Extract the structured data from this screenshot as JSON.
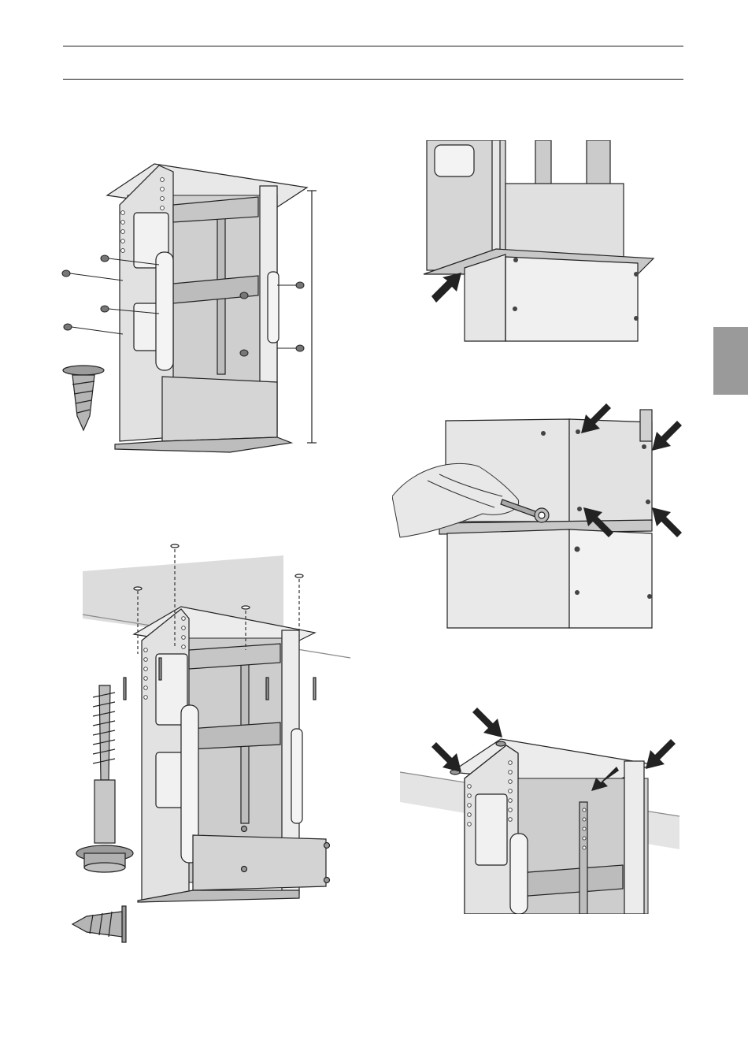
{
  "page": {
    "background": "#ffffff",
    "line_color": "#1a1a1a",
    "tab_color": "#9a9a9a"
  },
  "figures": [
    {
      "name": "frame-with-side-screws",
      "icons": [
        "screw-icon",
        "self-tapping-screw-icon"
      ]
    },
    {
      "name": "frame-ceiling-mounting",
      "icons": [
        "lag-screw-icon",
        "flange-bolt-icon",
        "self-tapping-screw-icon"
      ]
    },
    {
      "name": "chimney-alignment",
      "icons": [
        "arrow-icon"
      ]
    },
    {
      "name": "wrench-tightening",
      "icons": [
        "hand-icon",
        "wrench-icon",
        "arrow-icon"
      ]
    },
    {
      "name": "ceiling-flange-fit",
      "icons": [
        "arrow-icon"
      ]
    }
  ]
}
